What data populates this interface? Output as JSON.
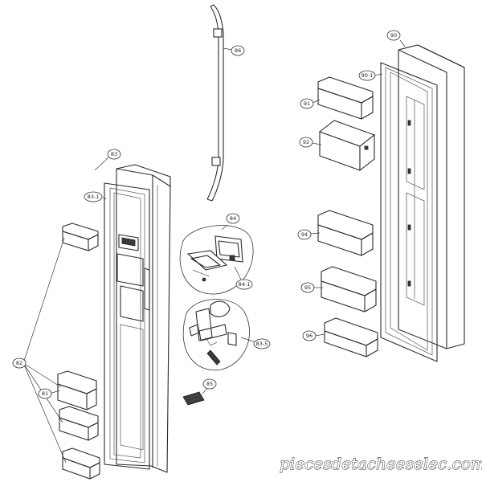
{
  "callouts": {
    "c86": "86",
    "c90": "90",
    "c90_1": "90-1",
    "c91": "91",
    "c92": "92",
    "c94": "94",
    "c95": "95",
    "c96": "96",
    "c83": "83",
    "c83_1": "83-1",
    "c84": "84",
    "c84_1": "84-1",
    "c83_5": "83-5",
    "c85": "85",
    "c82": "82",
    "c81": "81"
  },
  "watermark": "piecesdetacheeselec.com",
  "colors": {
    "line": "#2a2a2a",
    "background": "#ffffff"
  }
}
